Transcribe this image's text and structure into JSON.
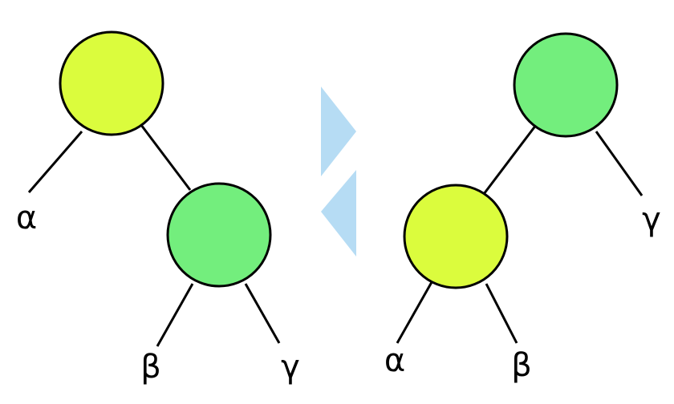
{
  "colors": {
    "node_yellow": "#dbfc3d",
    "node_green": "#73ee7d",
    "arrow": "#b6dcf4",
    "stroke": "#000000"
  },
  "left_tree": {
    "root_color": "yellow",
    "child_color": "green",
    "labels": {
      "alpha": "α",
      "beta": "β",
      "gamma": "γ"
    }
  },
  "rotation_arrows": {
    "upper": "right-pointing-triangle",
    "lower": "left-pointing-triangle"
  },
  "right_tree": {
    "root_color": "green",
    "child_color": "yellow",
    "labels": {
      "alpha": "α",
      "beta": "β",
      "gamma": "γ"
    }
  }
}
